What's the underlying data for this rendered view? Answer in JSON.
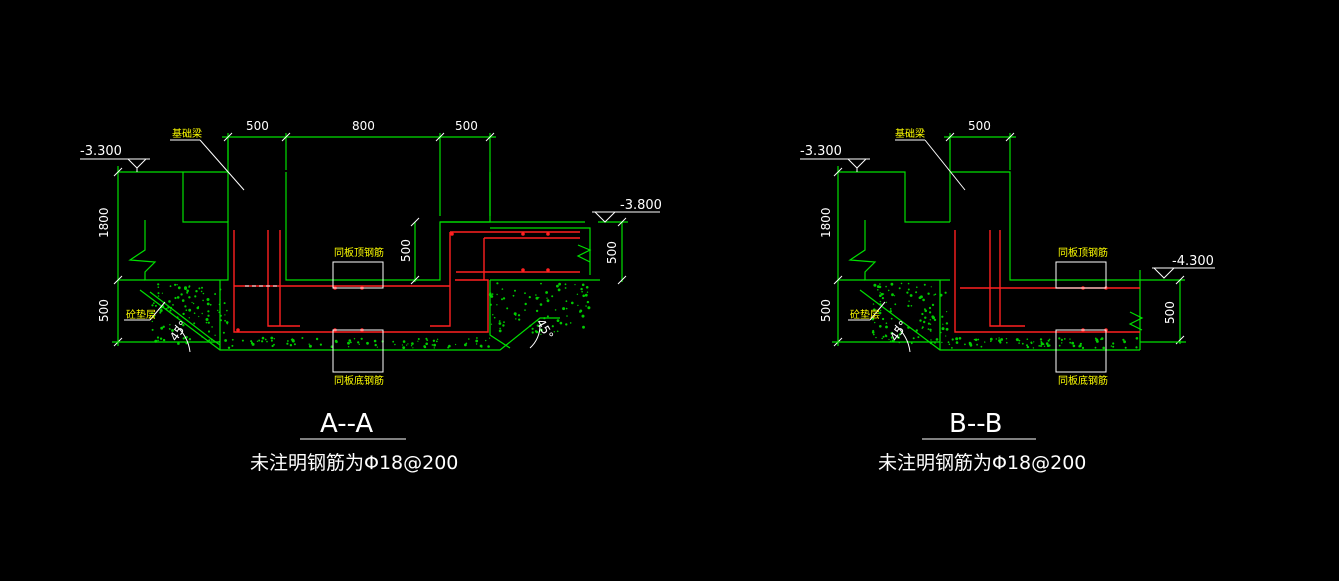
{
  "colors": {
    "background": "#000000",
    "structure": "#00e000",
    "rebar": "#ff2020",
    "dimension_text": "#ffffff",
    "annotation_text": "#ffff00"
  },
  "section_a": {
    "title": "A--A",
    "note": "未注明钢筋为Φ18@200",
    "dims": {
      "left_width": "500",
      "middle_width": "800",
      "right_width": "500",
      "upper_height": "1800",
      "lower_height": "500",
      "step_height": "500",
      "right_height": "500"
    },
    "levels": {
      "top": "-3.300",
      "right": "-3.800"
    },
    "labels": {
      "beam": "基础梁",
      "cushion": "砼垫层",
      "top_rebar": "同板顶钢筋",
      "bottom_rebar": "同板底钢筋"
    },
    "angles": {
      "left": "45°",
      "right": "45°"
    }
  },
  "section_b": {
    "title": "B--B",
    "note": "未注明钢筋为Φ18@200",
    "dims": {
      "top_width": "500",
      "upper_height": "1800",
      "lower_height": "500",
      "right_height": "500"
    },
    "levels": {
      "top": "-3.300",
      "right": "-4.300"
    },
    "labels": {
      "beam": "基础梁",
      "cushion": "砼垫层",
      "top_rebar": "同板顶钢筋",
      "bottom_rebar": "同板底钢筋"
    },
    "angles": {
      "left": "45°"
    }
  }
}
